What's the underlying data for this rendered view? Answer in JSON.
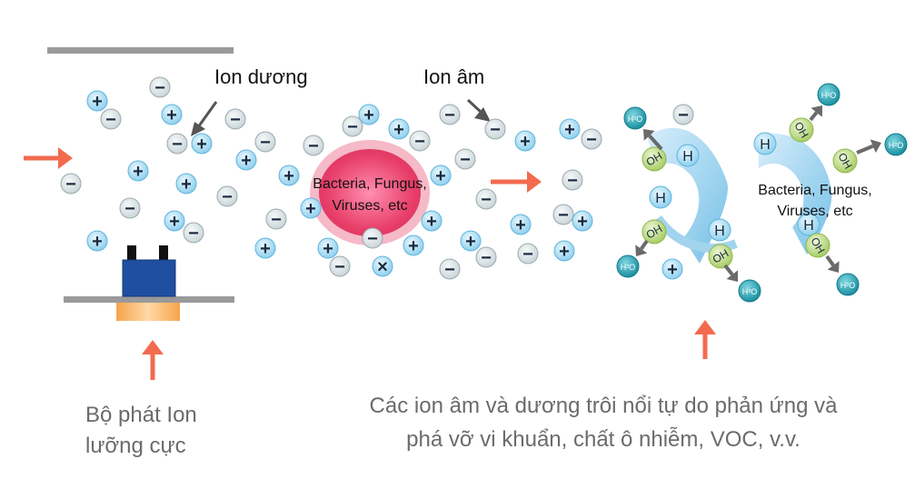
{
  "labels": {
    "positive_ion": "Ion dương",
    "negative_ion": "Ion âm",
    "microbes_1": "Bacteria, Fungus,",
    "microbes_2": "Viruses, etc",
    "microbes_right_1": "Bacteria, Fungus,",
    "microbes_right_2": "Viruses, etc",
    "generator_1": "Bộ phát Ion",
    "generator_2": "lưỡng cực",
    "description_1": "Các ion âm và dương trôi nổi tự do phản ứng và",
    "description_2": "phá vỡ vi khuẩn, chất ô nhiễm, VOC, v.v."
  },
  "symbols": {
    "plus": "+",
    "minus": "−",
    "cross": "×",
    "hydrogen": "H",
    "hydroxyl": "OH",
    "water": "H²O"
  },
  "colors": {
    "ion_fill": "#bfe3f5",
    "ion_stroke": "#7cc3e6",
    "neg_ion_fill": "#dde4e7",
    "arrow": "#f26b4f",
    "cell": "#f2547a",
    "oh_fill": "#c4df8e",
    "h2o_fill": "#2aa7b8",
    "plate": "#9a9a9a",
    "battery": "#1f4fa0",
    "caption": "#6b6b6b"
  },
  "icons": [
    "arrow-right-icon",
    "arrow-up-icon",
    "battery-icon",
    "plate-icon"
  ]
}
